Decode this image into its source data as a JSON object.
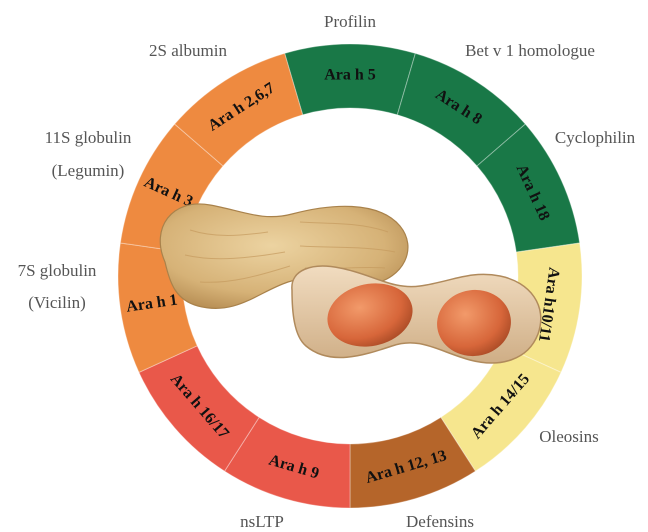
{
  "diagram": {
    "segments": [
      {
        "label": "Ara h 5",
        "family": "Profilin",
        "color": "#197847"
      },
      {
        "label": "Ara h  8",
        "family": "Bet v 1 homologue",
        "color": "#197847"
      },
      {
        "label": "Ara h 18",
        "family": "Cyclophilin",
        "color": "#197847"
      },
      {
        "label": "Ara h10/11",
        "family": "",
        "color": "#f6e68e"
      },
      {
        "label": "Ara h 14/15",
        "family": "Oleosins",
        "color": "#f6e68e"
      },
      {
        "label": "Ara h 12, 13",
        "family": "Defensins",
        "color": "#b5652a"
      },
      {
        "label": "Ara h 9",
        "family": "nsLTP",
        "color": "#e9584a"
      },
      {
        "label": "Ara h 16/17",
        "family": "",
        "color": "#e9584a"
      },
      {
        "label": "Ara h 1",
        "family": "",
        "color": "#ee8a40"
      },
      {
        "label": "Ara h 3",
        "family": "",
        "color": "#ee8a40"
      },
      {
        "label": "Ara h 2,6,7",
        "family": "2S albumin",
        "color": "#ee8a40"
      }
    ],
    "family_labels": {
      "profilin": "Profilin",
      "bet_v1": "Bet v 1 homologue",
      "cyclophilin": "Cyclophilin",
      "oleosins": "Oleosins",
      "defensins": "Defensins",
      "nsltp": "nsLTP",
      "albumin_2s": "2S albumin",
      "globulin_11s_line1": "11S globulin",
      "globulin_11s_line2": "(Legumin)",
      "globulin_7s_line1": "7S globulin",
      "globulin_7s_line2": "(Vicilin)"
    },
    "colors": {
      "green": "#197847",
      "yellow": "#f6e68e",
      "brown": "#b5652a",
      "red": "#e9584a",
      "orange": "#ee8a40",
      "shell": "#d9b77e",
      "kernel": "#d96b3c"
    },
    "illustration": "peanut-shell-and-kernels"
  }
}
